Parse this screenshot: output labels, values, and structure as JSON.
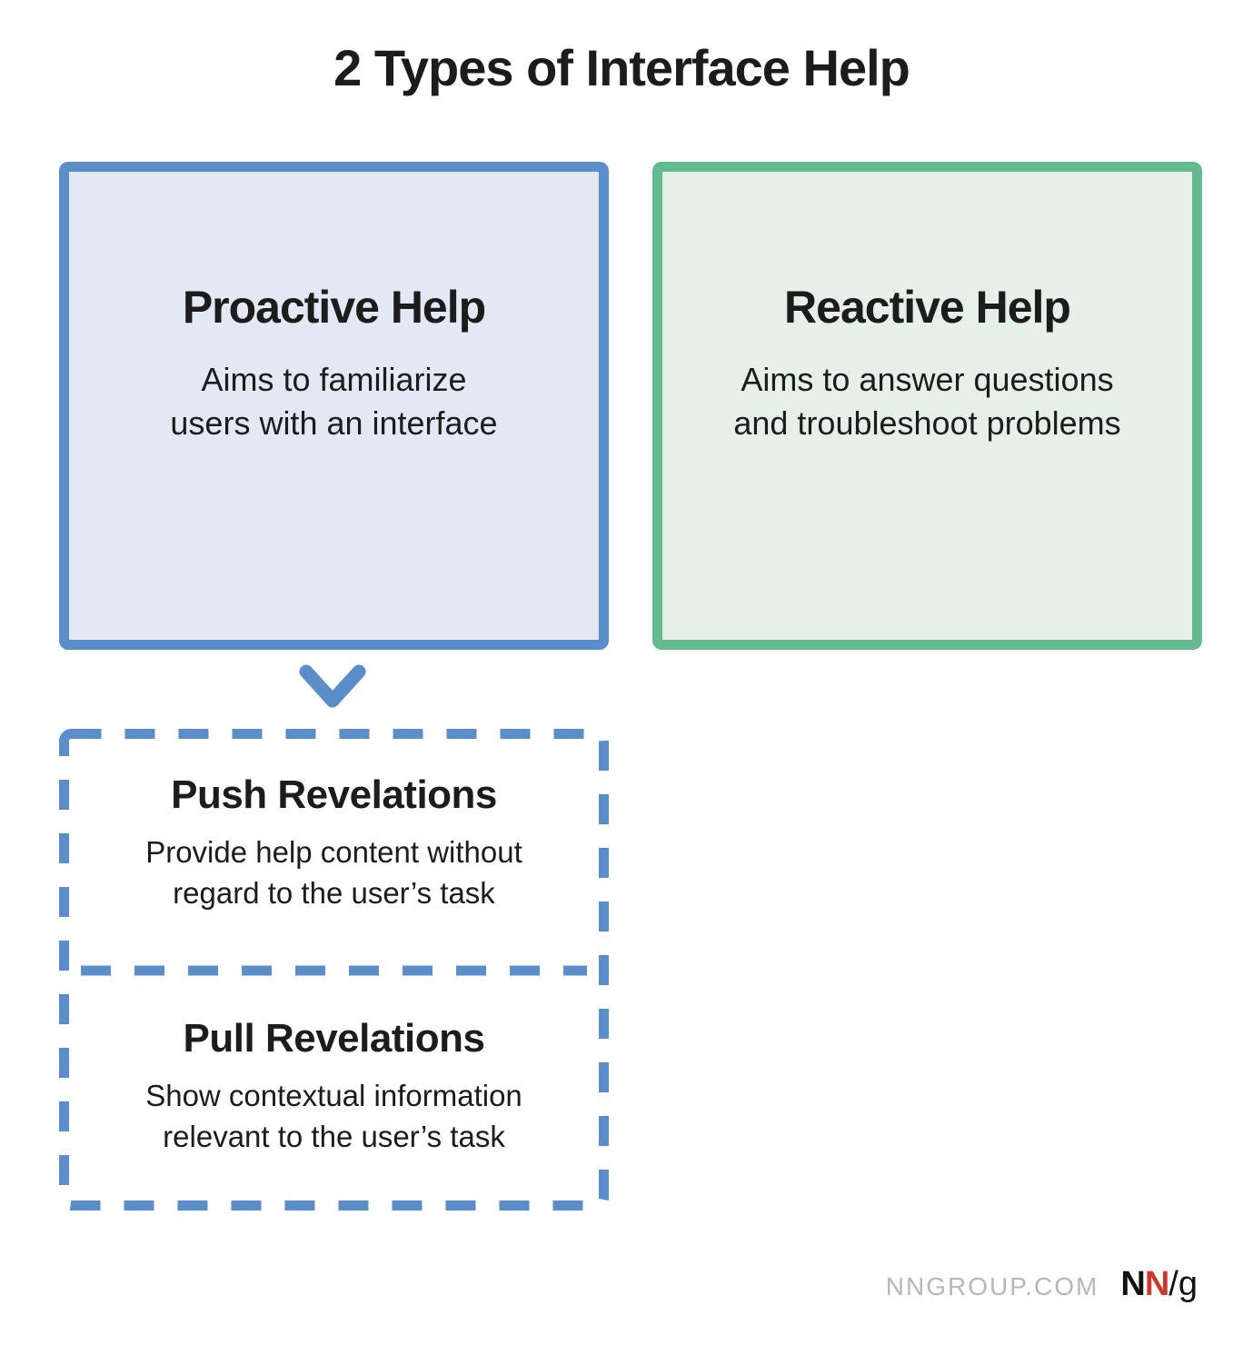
{
  "title": "2 Types of Interface Help",
  "colors": {
    "blue_border": "#5b8dc9",
    "blue_fill": "#e3e8f4",
    "green_border": "#62bb8f",
    "green_fill": "#e5f0e9",
    "text": "#1c1c1c",
    "footer_gray": "#b7b7bb",
    "logo_red": "#cb3a2d"
  },
  "boxes": [
    {
      "id": "proactive",
      "heading": "Proactive Help",
      "lines": [
        "Aims to familiarize",
        "users with an interface"
      ]
    },
    {
      "id": "reactive",
      "heading": "Reactive Help",
      "lines": [
        "Aims to answer questions",
        "and troubleshoot problems"
      ]
    }
  ],
  "sub_sections": [
    {
      "id": "push",
      "heading": "Push Revelations",
      "lines": [
        "Provide help content without",
        "regard to the user’s task"
      ]
    },
    {
      "id": "pull",
      "heading": "Pull Revelations",
      "lines": [
        "Show contextual information",
        "relevant to the user’s task"
      ]
    }
  ],
  "icons": {
    "arrow": "chevron-down"
  },
  "footer": {
    "site": "NNGROUP.COM",
    "logo_n1": "N",
    "logo_n2": "N",
    "logo_suffix": "/g"
  }
}
